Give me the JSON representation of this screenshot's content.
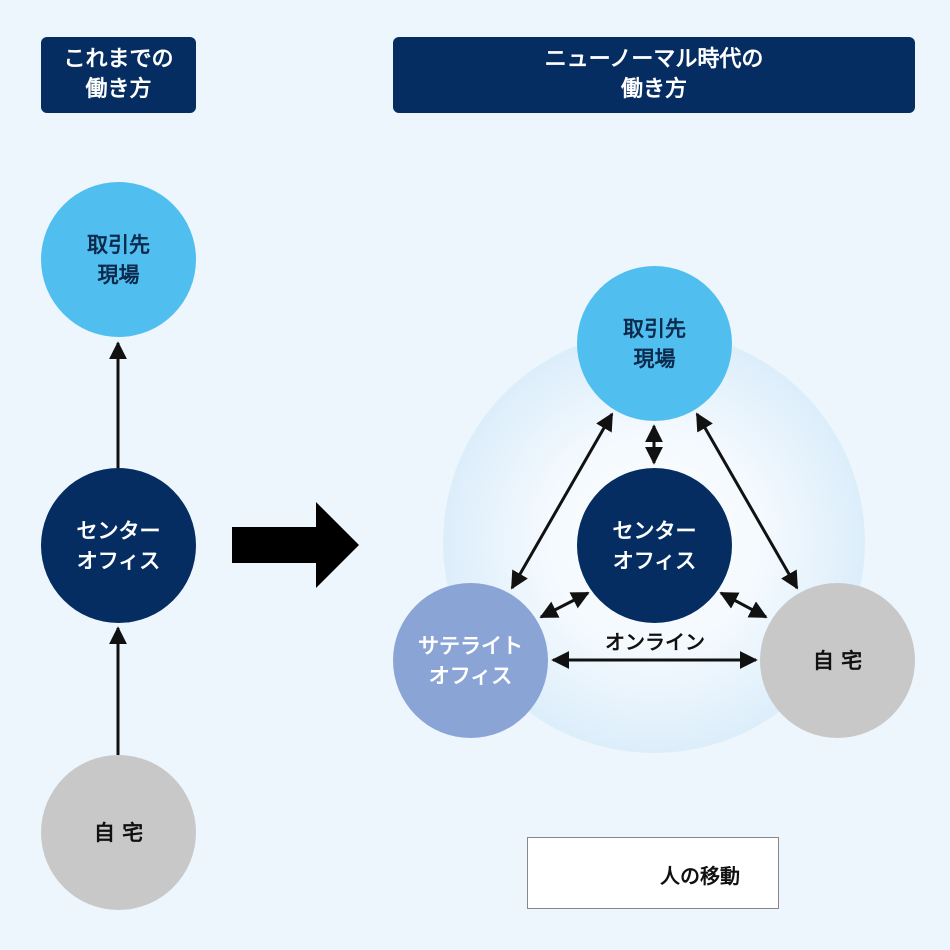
{
  "left_panel": {
    "heading": [
      "これまでの",
      "働き方"
    ],
    "client": [
      "取引先",
      "現場"
    ],
    "center": [
      "センター",
      "オフィス"
    ],
    "home": "自 宅"
  },
  "right_panel": {
    "heading": [
      "ニューノーマル時代の",
      "働き方"
    ],
    "client": [
      "取引先",
      "現場"
    ],
    "center": [
      "センター",
      "オフィス"
    ],
    "satellite": [
      "サテライト",
      "オフィス"
    ],
    "home": "自 宅",
    "online": "オンライン"
  },
  "legend": {
    "label": "人の移動"
  },
  "colors": {
    "navy": "#052d61",
    "client_blue": "#50bff0",
    "home_gray": "#c8c8c8",
    "satellite_blue": "#8aa4d6",
    "background": "#eef6fd"
  }
}
